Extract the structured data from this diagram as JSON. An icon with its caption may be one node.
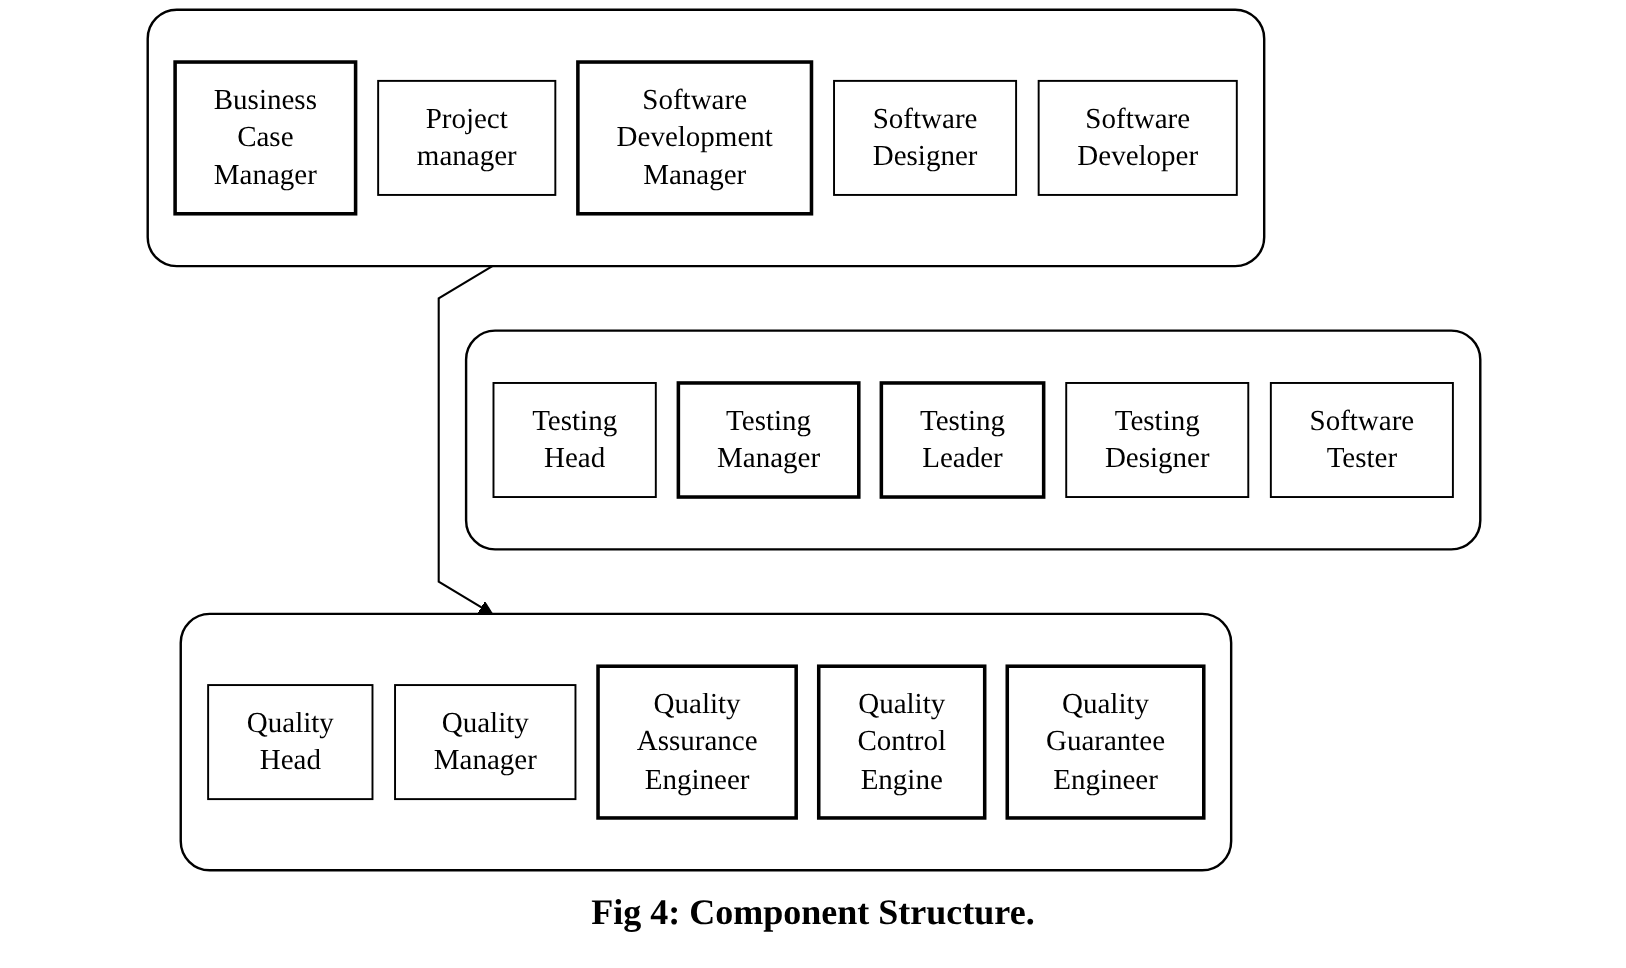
{
  "diagram": {
    "nodes": [
      {
        "text": [],
        "shape": "box"
      },
      {
        "text": [
          "Business Case Manager"
        ],
        "in": 0
      },
      {
        "text": [
          "Project manager"
        ],
        "in": 0
      },
      {
        "text": [
          "Software Development Manager"
        ],
        "in": 0
      },
      {
        "text": [
          "Software Designer"
        ],
        "in": 0
      },
      {
        "text": [
          "Software Developer"
        ],
        "in": 0
      },
      {
        "text": [],
        "shape": "box"
      },
      {
        "text": [
          "Testing Head"
        ],
        "in": 6
      },
      {
        "text": [
          "Testing Manager"
        ],
        "in": 6
      },
      {
        "text": [
          "Testing Leader"
        ],
        "in": 6
      },
      {
        "text": [
          "Testing Designer"
        ],
        "in": 6
      },
      {
        "text": [
          "Software Tester"
        ],
        "in": 6
      },
      {
        "text": [],
        "shape": "box"
      },
      {
        "text": [
          "Quality Head"
        ],
        "in": 12
      },
      {
        "text": [
          "Quality Manager"
        ],
        "in": 12
      },
      {
        "text": [
          "Quality Assurance Engineer"
        ],
        "in": 12
      },
      {
        "text": [
          "Quality Control Engine"
        ],
        "in": 12
      },
      {
        "text": [
          "Quality Guarantee Engineer"
        ],
        "in": 12
      }
    ],
    "edges": [
      {
        "from": 0,
        "to": 12,
        "arrow": "to"
      }
    ],
    "caption": "Fig 4: Component Structure."
  }
}
